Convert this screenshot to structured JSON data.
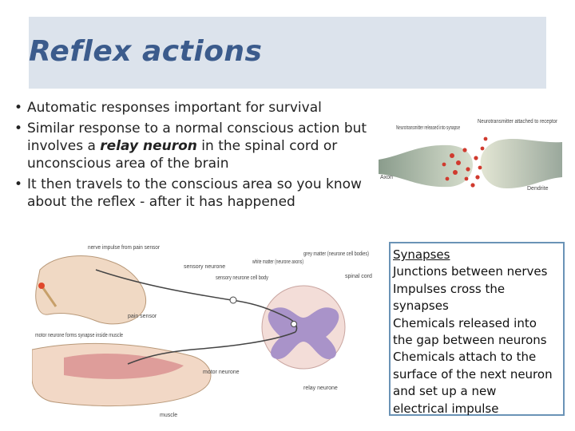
{
  "title": "Reflex actions",
  "bullets": [
    {
      "text": "Automatic responses important for survival"
    },
    {
      "pre": "Similar response to a normal conscious action but involves a ",
      "em": "relay neuron",
      "post": " in the spinal cord or unconscious area of the brain"
    },
    {
      "text": "It then travels to the conscious area so you know about the reflex - after it has happened"
    }
  ],
  "synapse_diagram": {
    "labels": [
      "Neurotransmitter released into synapse",
      "Neurotransmitter attached to receptor",
      "Axon",
      "Dendrite"
    ]
  },
  "reflex_diagram": {
    "labels": [
      "nerve impulse from pain sensor",
      "pain sensor",
      "motor neurone forms synapse inside muscle",
      "muscle",
      "sensory neurone",
      "sensory neurone cell body",
      "white matter (neurone axons)",
      "grey matter (neurone cell bodies)",
      "spinal cord",
      "motor neurone",
      "relay neurone"
    ]
  },
  "info_box": {
    "heading": "Synapses",
    "lines": [
      "Junctions between nerves",
      "Impulses cross the",
      "synapses",
      "Chemicals released into",
      "the gap between neurons",
      "Chemicals attach to the",
      "surface of the next neuron",
      "and set up a new",
      "electrical impulse"
    ]
  }
}
